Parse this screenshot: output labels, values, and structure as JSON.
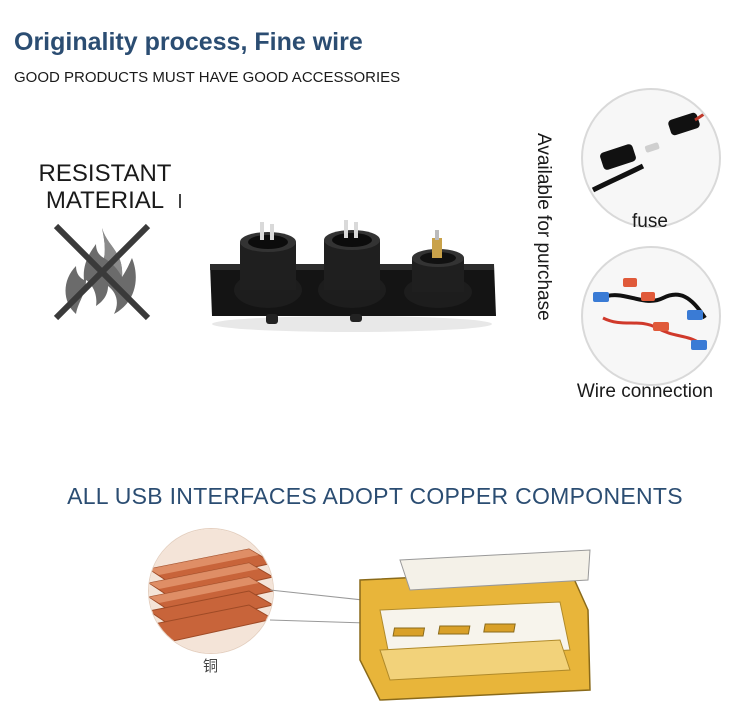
{
  "header": {
    "title": "Originality process, Fine wire",
    "subtitle": "GOOD PRODUCTS MUST HAVE GOOD ACCESSORIES"
  },
  "feature": {
    "resistant_line1": "RESISTANT",
    "resistant_line2": "MATERIAL",
    "icon": "no-fire-icon"
  },
  "side_text": "Available for purchase",
  "accessories": [
    {
      "label": "fuse",
      "icon": "fuse-photo"
    },
    {
      "label": "Wire connection",
      "icon": "wire-connection-photo"
    }
  ],
  "usb_section": {
    "heading": "ALL USB INTERFACES ADOPT COPPER COMPONENTS",
    "copper_caption": "铜"
  },
  "colors": {
    "heading_blue": "#2b4d72",
    "copper": "#c8643a",
    "usb_gold": "#e8b53a"
  }
}
